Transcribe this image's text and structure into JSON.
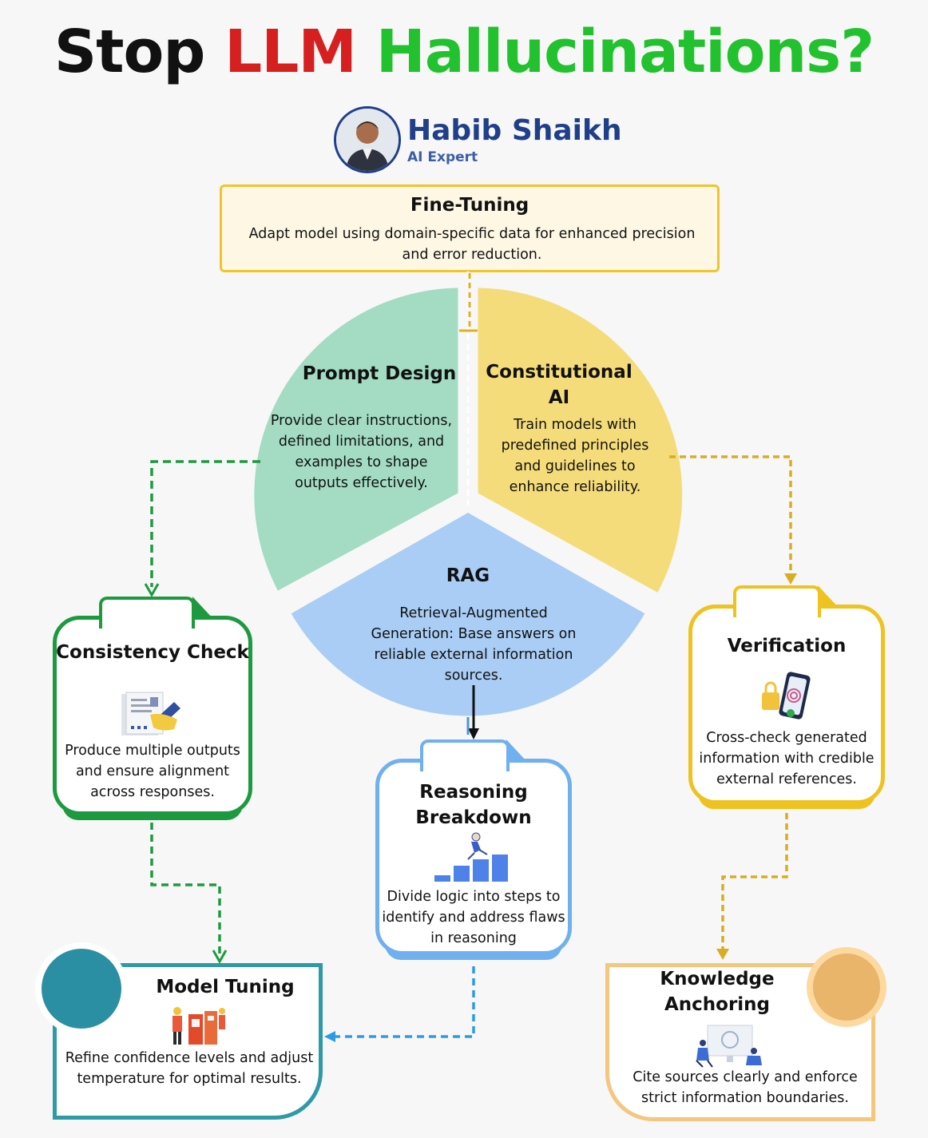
{
  "title": {
    "part1": "Stop",
    "part2": "LLM",
    "part3": "Hallucinations?"
  },
  "author": {
    "name": "Habib Shaikh",
    "role": "AI Expert"
  },
  "fine_tuning": {
    "title": "Fine-Tuning",
    "description": "Adapt model using domain-specific data for enhanced precision and error reduction."
  },
  "prompt_design": {
    "title": "Prompt Design",
    "description": "Provide clear instructions, defined limitations, and examples to shape outputs effectively."
  },
  "constitutional_ai": {
    "title": "Constitutional AI",
    "description": "Train models with predefined principles and guidelines to enhance reliability."
  },
  "rag": {
    "title": "RAG",
    "description": "Retrieval-Augmented Generation: Base answers on reliable external information sources."
  },
  "consistency_check": {
    "title": "Consistency Check",
    "description": "Produce multiple outputs and ensure alignment across responses."
  },
  "verification": {
    "title": "Verification",
    "description": "Cross-check generated information with credible external references."
  },
  "reasoning_breakdown": {
    "title": "Reasoning Breakdown",
    "description": "Divide logic into steps to identify and address flaws in reasoning"
  },
  "model_tuning": {
    "title": "Model Tuning",
    "description": "Refine confidence levels and adjust temperature for optimal results."
  },
  "knowledge_anchoring": {
    "title": "Knowledge Anchoring",
    "description": "Cite sources clearly and enforce strict information boundaries."
  },
  "colors": {
    "green": "#22c12e",
    "red": "#d61f1f",
    "teal": "#a3dcc3",
    "yellow": "#f5dc7a",
    "blue": "#a9cdf5",
    "consistency_border": "#1d9a3f",
    "verification_border": "#eec21f",
    "reasoning_border": "#6fb0ef",
    "model_border": "#2f9aa7",
    "anchoring_border": "#f3c77d"
  }
}
